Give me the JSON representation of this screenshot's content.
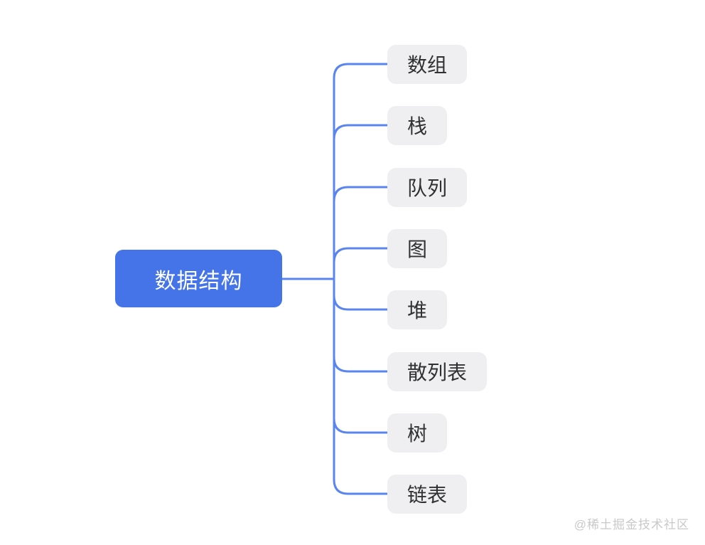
{
  "mindmap": {
    "root": {
      "label": "数据结构"
    },
    "children": [
      {
        "label": "数组"
      },
      {
        "label": "栈"
      },
      {
        "label": "队列"
      },
      {
        "label": "图"
      },
      {
        "label": "堆"
      },
      {
        "label": "散列表"
      },
      {
        "label": "树"
      },
      {
        "label": "链表"
      }
    ],
    "colors": {
      "root_bg": "#4573e8",
      "root_text": "#ffffff",
      "child_bg": "#efeff1",
      "child_text": "#303133",
      "connector": "#5b85ee"
    }
  },
  "watermark": {
    "text": "@稀土掘金技术社区"
  }
}
